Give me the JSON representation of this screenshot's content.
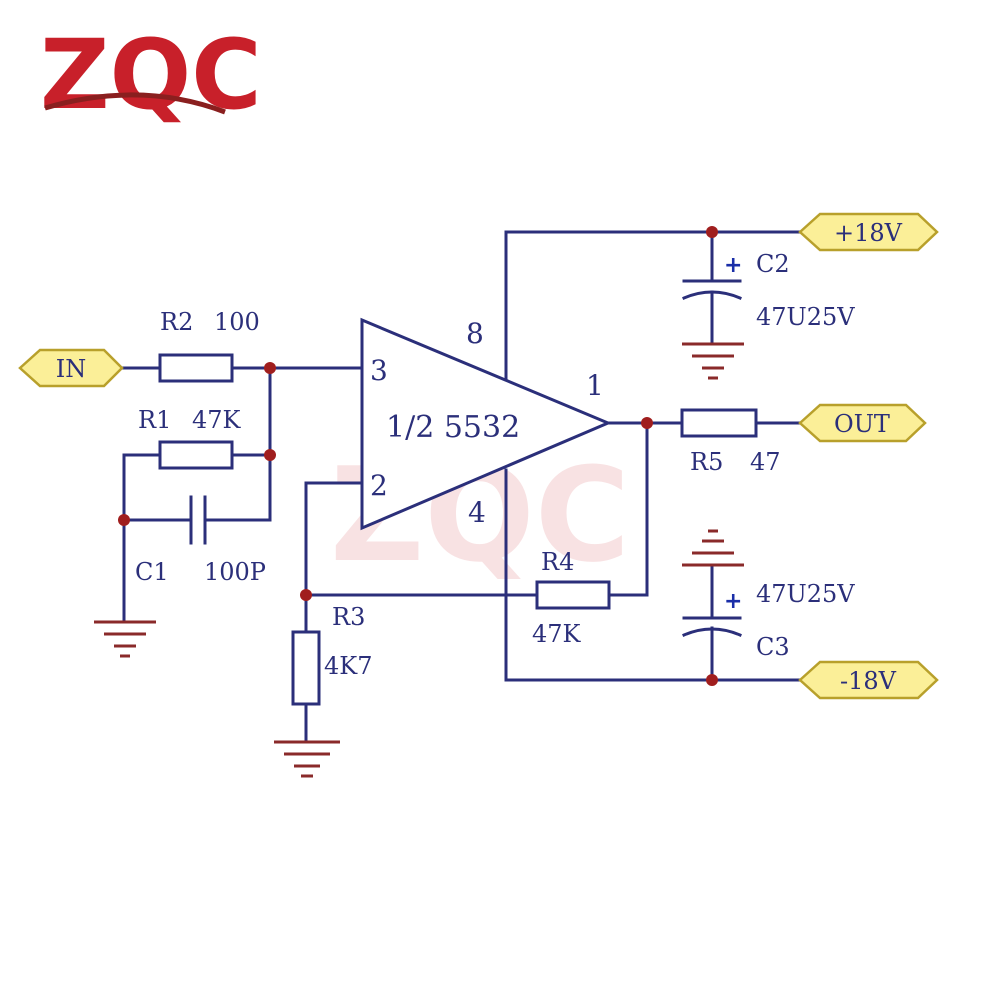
{
  "logo": {
    "text": "ZQC"
  },
  "watermark": {
    "text": "ZQC"
  },
  "ports": {
    "in": "IN",
    "out": "OUT",
    "vpos": "+18V",
    "vneg": "-18V"
  },
  "opamp": {
    "name": "1/2 5532",
    "pin_noninv": "3",
    "pin_inv": "2",
    "pin_out": "1",
    "pin_vpos": "8",
    "pin_vneg": "4"
  },
  "components": {
    "r2": {
      "ref": "R2",
      "value": "100"
    },
    "r1": {
      "ref": "R1",
      "value": "47K"
    },
    "c1": {
      "ref": "C1",
      "value": "100P"
    },
    "r3": {
      "ref": "R3",
      "value": "4K7"
    },
    "r4": {
      "ref": "R4",
      "value": "47K"
    },
    "r5": {
      "ref": "R5",
      "value": "47"
    },
    "c2": {
      "ref": "C2",
      "value": "47U25V",
      "polarity": "+"
    },
    "c3": {
      "ref": "C3",
      "value": "47U25V",
      "polarity": "+"
    }
  },
  "colors": {
    "wire": "#2b2f7a",
    "ground": "#8a2a2a",
    "junction": "#a01e1e",
    "port_fill": "#fbef98",
    "logo_red": "#c8202a",
    "logo_blue": "#1f6fd6"
  }
}
